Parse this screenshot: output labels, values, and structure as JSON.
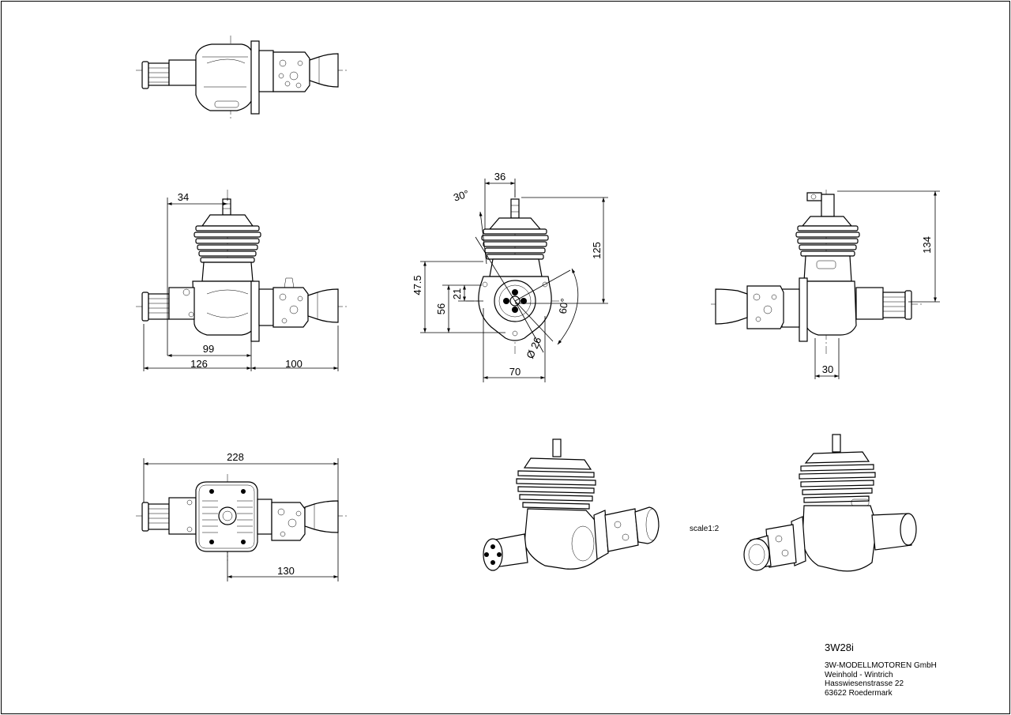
{
  "drawing": {
    "model": "3W28i",
    "scale": "scale1:2",
    "company": {
      "name": "3W-MODELLMOTOREN GmbH",
      "line2": "Weinhold - Wintrich",
      "street": "Hasswiesenstrasse 22",
      "city": "63622 Roedermark"
    }
  },
  "dimensions": {
    "side_view": {
      "plug_offset": "34",
      "prop_to_center": "99",
      "prop_to_mount": "126",
      "mount_to_carb": "100"
    },
    "front_view": {
      "head_width": "36",
      "angle_top": "30°",
      "height_125": "125",
      "height_47_5": "47.5",
      "height_21": "21",
      "height_56": "56",
      "angle_side": "60°",
      "bolt_circle": "Ø 26",
      "mount_width": "70"
    },
    "rear_view": {
      "height_134": "134",
      "mount_offset": "30"
    },
    "bottom_view": {
      "overall_length": "228",
      "mount_to_carb": "130"
    }
  }
}
